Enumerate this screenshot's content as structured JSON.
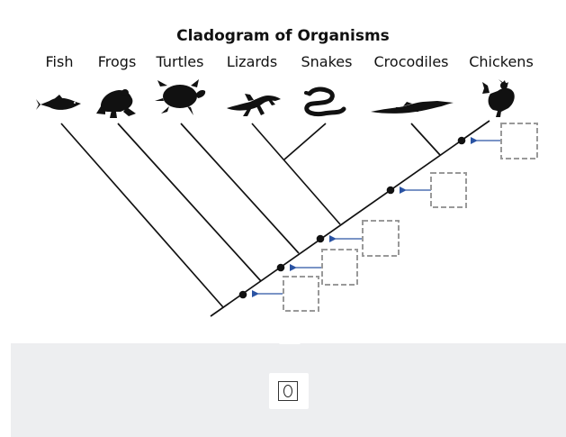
{
  "title": "Cladogram of Organisms",
  "taxa": [
    "Fish",
    "Frogs",
    "Turtles",
    "Lizards",
    "Snakes",
    "Crocodiles",
    "Chickens"
  ],
  "silhouette_icons": [
    "fish-icon",
    "frog-icon",
    "turtle-icon",
    "lizard-icon",
    "snake-icon",
    "crocodile-icon",
    "chicken-icon"
  ],
  "drop_targets": 5,
  "tray": {
    "draggable_items": [
      {
        "icon": "egg-icon"
      }
    ]
  },
  "colors": {
    "line": "#111111",
    "arrow": "#2a53a3",
    "drop_border": "#999999",
    "tray_bg": "#edeef0"
  }
}
